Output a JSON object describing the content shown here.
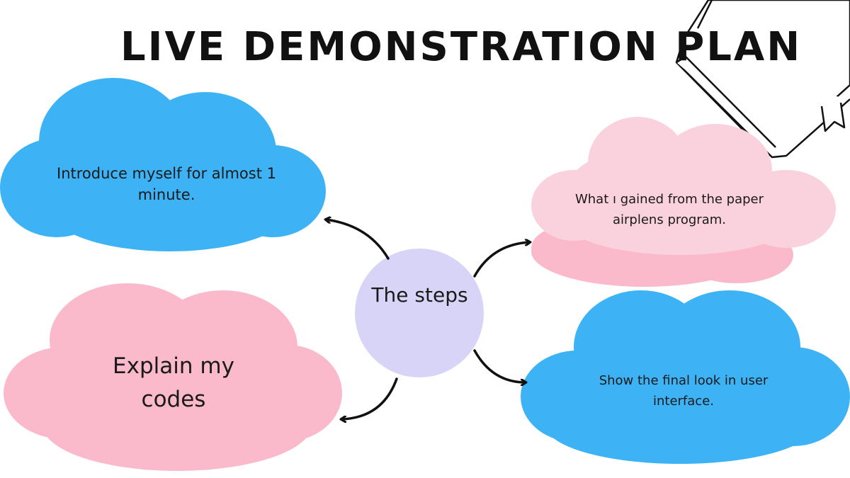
{
  "title": "LIVE DEMONSTRATION PLAN",
  "center": {
    "label": "The steps",
    "color": "#d8d4f7"
  },
  "steps": [
    {
      "text": "Introduce myself for almost 1 minute.",
      "color": "#3db3f5"
    },
    {
      "text": "What ı gained from the paper airplens program.",
      "color": "#fad2de"
    },
    {
      "text": "Explain my codes",
      "color": "#fbb9cc"
    },
    {
      "text": "Show the final look in user interface.",
      "color": "#3db3f5"
    }
  ],
  "icons": {
    "decoration": "notebook-icon",
    "connector": "curved-arrow-icon"
  }
}
